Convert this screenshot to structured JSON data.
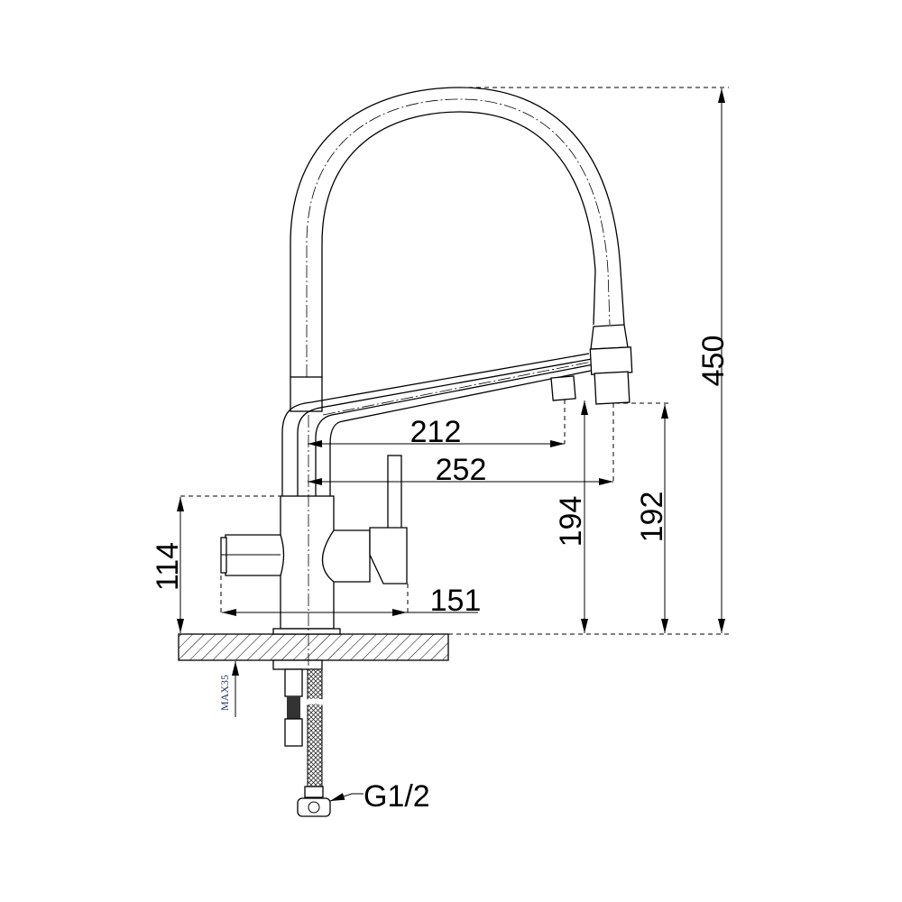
{
  "drawing": {
    "title": "Kitchen faucet with pull-out spout - dimension drawing",
    "dimensions": {
      "total_height": "450",
      "spout_outlet_height": "192",
      "filter_outlet_height": "194",
      "filter_reach": "212",
      "spout_reach": "252",
      "body_height": "114",
      "handle_span": "151"
    },
    "max_counter_thickness": "MAX35",
    "connection_thread": "G1/2"
  }
}
